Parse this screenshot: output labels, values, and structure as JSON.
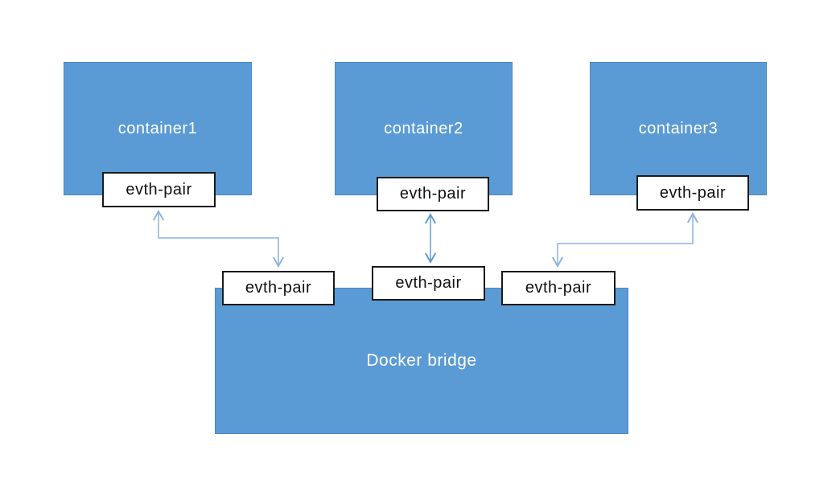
{
  "colors": {
    "shape-fill": "#5B9BD5",
    "shape-border": "#4A86C5",
    "connector": "#5E9CD8",
    "connector-light": "#8AB4E2",
    "label-box-fill": "#FFFFFF",
    "label-box-border": "#1A1A1A",
    "shape-text": "#FFFFFF",
    "label-text": "#111111",
    "page-bg": "#FFFFFF"
  },
  "diagram": {
    "containers": [
      {
        "label": "container1"
      },
      {
        "label": "container2"
      },
      {
        "label": "container3"
      }
    ],
    "bridge": {
      "label": "Docker bridge"
    },
    "veth_pairs": {
      "c1": "evth-pair",
      "c2": "evth-pair",
      "c3": "evth-pair",
      "b1": "evth-pair",
      "b2": "evth-pair",
      "b3": "evth-pair"
    }
  }
}
